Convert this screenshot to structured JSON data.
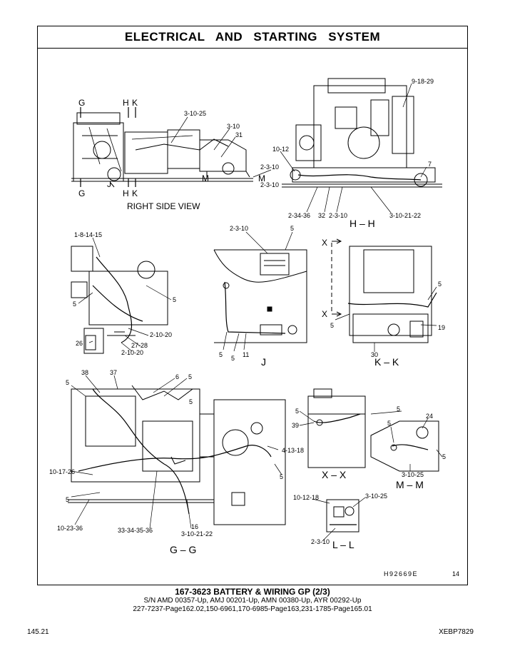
{
  "header": {
    "title": "ELECTRICAL AND STARTING SYSTEM"
  },
  "illustration": {
    "id": "H92669E",
    "sheet": "14"
  },
  "footer": {
    "part_title": "167-3623  BATTERY & WIRING GP (2/3)",
    "serials": "S/N AMD 00357-Up, AMJ 00201-Up, AMN 00380-Up, AYR 00292-Up",
    "references": "227-7237-Page162.02,150-6961,170-6985-Page163,231-1785-Page165.01"
  },
  "page": {
    "number": "145.21",
    "doc_id": "XEBP7829"
  },
  "views": {
    "right_side": {
      "caption": "RIGHT SIDE VIEW",
      "section_g_top": "G",
      "section_h_top": "H",
      "section_k_top": "K",
      "section_g_bottom": "G",
      "section_h_bottom": "H",
      "section_k_bottom": "K",
      "section_j": "J",
      "section_m1": "M",
      "section_m2": "M",
      "callouts": [
        "3-10-25",
        "3-10",
        "31",
        "2-3-10"
      ]
    },
    "hh": {
      "caption": "H – H",
      "callouts": [
        "9-18-29",
        "10-12",
        "2-3-10",
        "7",
        "2-34-36",
        "32",
        "2-3-10",
        "3-10-21-22"
      ]
    },
    "left_mid": {
      "callouts": [
        "1-8-14-15",
        "5",
        "5",
        "2-10-20",
        "27-28",
        "26",
        "2-10-20"
      ]
    },
    "j": {
      "caption": "J",
      "callouts": [
        "2-3-10",
        "5",
        "5",
        "5",
        "11"
      ]
    },
    "kk": {
      "caption": "K – K",
      "section_x_top": "X",
      "section_x_bottom": "X",
      "callouts": [
        "5",
        "5",
        "19",
        "30"
      ]
    },
    "gg": {
      "caption": "G – G",
      "callouts": [
        "38",
        "37",
        "6",
        "5",
        "5",
        "5",
        "4-13-18",
        "10-17-26",
        "5",
        "5",
        "10-23-36",
        "33-34-35-36",
        "16",
        "3-10-21-22"
      ]
    },
    "xx": {
      "caption": "X – X",
      "callouts": [
        "5",
        "39",
        "5"
      ]
    },
    "mm": {
      "caption": "M – M",
      "callouts": [
        "24",
        "5",
        "5",
        "3-10-25"
      ]
    },
    "ll": {
      "caption": "L – L",
      "callouts": [
        "10-12-18",
        "3-10-25",
        "2-3-10"
      ]
    }
  }
}
